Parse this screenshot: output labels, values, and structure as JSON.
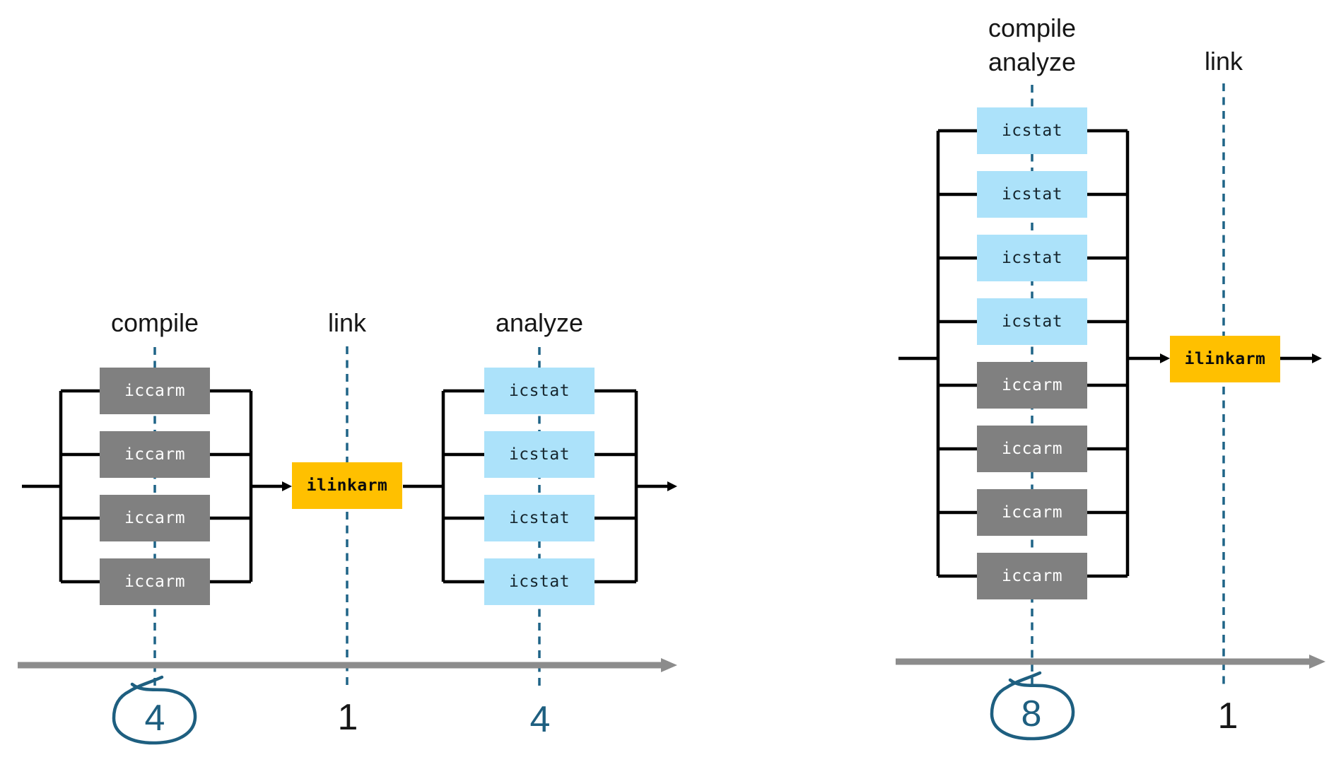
{
  "left_diagram": {
    "labels": {
      "compile": "compile",
      "link": "link",
      "analyze": "analyze"
    },
    "compile_boxes": [
      "iccarm",
      "iccarm",
      "iccarm",
      "iccarm"
    ],
    "linker_box": "ilinkarm",
    "analyze_boxes": [
      "icstat",
      "icstat",
      "icstat",
      "icstat"
    ],
    "counts": {
      "compile": "4",
      "link": "1",
      "analyze": "4"
    }
  },
  "right_diagram": {
    "labels": {
      "compile": "compile",
      "analyze": "analyze",
      "link": "link"
    },
    "analyze_boxes": [
      "icstat",
      "icstat",
      "icstat",
      "icstat"
    ],
    "compile_boxes": [
      "iccarm",
      "iccarm",
      "iccarm",
      "iccarm"
    ],
    "linker_box": "ilinkarm",
    "counts": {
      "compile_analyze": "8",
      "link": "1"
    }
  },
  "colors": {
    "compiler_box": "#808080",
    "analyzer_box": "#ace2fa",
    "linker_box": "#ffc000",
    "connector_line": "#000000",
    "dashed_phase_line": "#1f6487",
    "timeline": "#8c8c8c",
    "annotation_circle": "#1e5f80"
  }
}
